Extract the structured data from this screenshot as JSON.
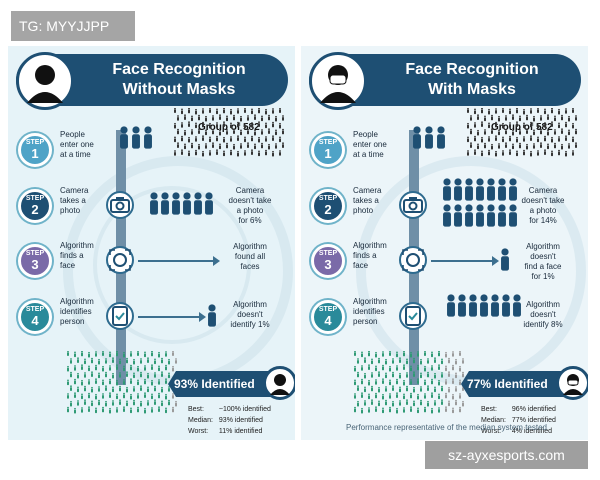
{
  "tag": "TG: MYYJJPP",
  "site": "sz-ayxesports.com",
  "footnote": "Performance representative of the median system tested",
  "step_word": "STEP",
  "left": {
    "title1": "Face Recognition",
    "title2": "Without Masks",
    "group": "Group of 582",
    "steps": [
      {
        "num": "1",
        "label": [
          "People",
          "enter one",
          "at a time"
        ],
        "color": "#4fa3c7"
      },
      {
        "num": "2",
        "label": [
          "Camera",
          "takes a",
          "photo"
        ],
        "color": "#1e4f73"
      },
      {
        "num": "3",
        "label": [
          "Algorithm",
          "finds a",
          "face"
        ],
        "color": "#7a6aa8"
      },
      {
        "num": "4",
        "label": [
          "Algorithm",
          "identifies",
          "person"
        ],
        "color": "#2a8a9a"
      }
    ],
    "notes": [
      [
        "Camera",
        "doesn't take",
        "a photo",
        "for 6%"
      ],
      [
        "Algorithm",
        "found all",
        "faces"
      ],
      [
        "Algorithm",
        "doesn't",
        "identify 1%"
      ]
    ],
    "result": "93% Identified",
    "stats": [
      [
        "Best:",
        "~100% identified"
      ],
      [
        "Median:",
        "93% identified"
      ],
      [
        "Worst:",
        "11% identified"
      ]
    ]
  },
  "right": {
    "title1": "Face Recognition",
    "title2": "With Masks",
    "group": "Group of 582",
    "steps": [
      {
        "num": "1",
        "label": [
          "People",
          "enter one",
          "at a time"
        ],
        "color": "#4fa3c7"
      },
      {
        "num": "2",
        "label": [
          "Camera",
          "takes a",
          "photo"
        ],
        "color": "#1e4f73"
      },
      {
        "num": "3",
        "label": [
          "Algorithm",
          "finds a",
          "face"
        ],
        "color": "#7a6aa8"
      },
      {
        "num": "4",
        "label": [
          "Algorithm",
          "identifies",
          "person"
        ],
        "color": "#2a8a9a"
      }
    ],
    "notes": [
      [
        "Camera",
        "doesn't take",
        "a photo",
        "for 14%"
      ],
      [
        "Algorithm",
        "doesn't",
        "find a face",
        "for 1%"
      ],
      [
        "Algorithm",
        "doesn't",
        "identify 8%"
      ]
    ],
    "result": "77% Identified",
    "stats": [
      [
        "Best:",
        "96% identified"
      ],
      [
        "Median:",
        "77% identified"
      ],
      [
        "Worst:",
        "4% identified"
      ]
    ]
  },
  "colors": {
    "navy": "#1e4f73",
    "teal": "#2a8a9a",
    "crowd_green": "#2e9a74",
    "crowd_grey": "#9a9a9a",
    "person": "#1e4f73"
  }
}
